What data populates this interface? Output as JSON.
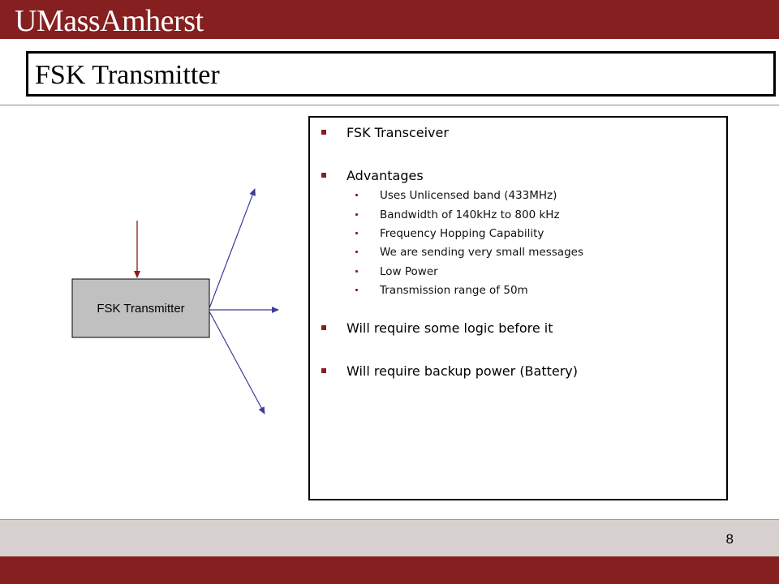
{
  "header": {
    "logo_text": "UMassAmherst",
    "brand_color": "#861f1f"
  },
  "slide": {
    "title": "FSK Transmitter",
    "page_number": "8"
  },
  "diagram": {
    "box_label": "FSK Transmitter",
    "arrow_color": "#3c3c9a",
    "input_arrow_color": "#8b1a1a"
  },
  "content": {
    "items": [
      {
        "text": "FSK Transceiver"
      },
      {
        "text": "Advantages",
        "subitems": [
          "Uses Unlicensed band (433MHz)",
          "Bandwidth of 140kHz to 800 kHz",
          "Frequency Hopping Capability",
          "We are sending very small messages",
          "Low Power",
          "Transmission range of 50m"
        ]
      },
      {
        "text": "Will require some logic before it"
      },
      {
        "text": "Will require backup power (Battery)"
      }
    ]
  }
}
